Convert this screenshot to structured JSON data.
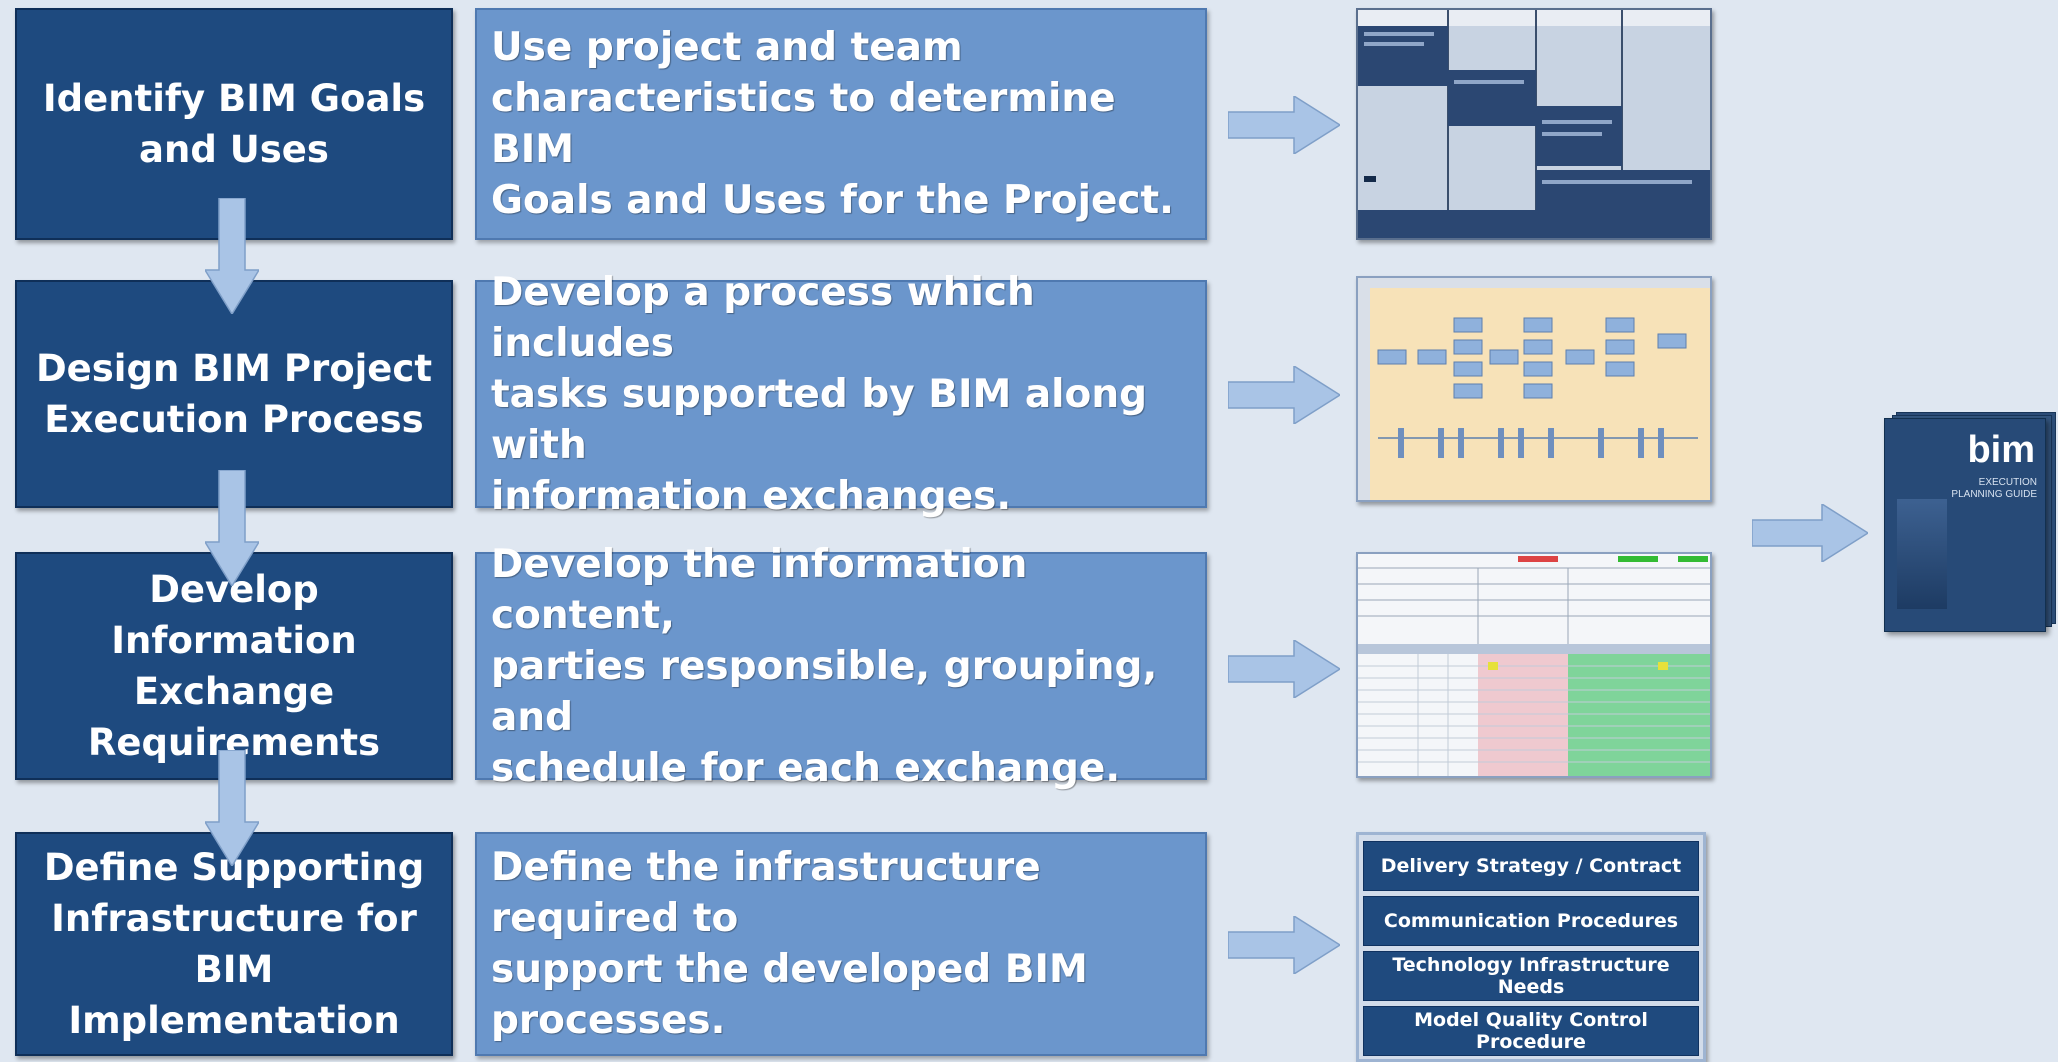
{
  "steps": [
    {
      "title": "Identify BIM Goals and Uses",
      "line1": "Identify BIM Goals",
      "line2": "and Uses",
      "line3": "",
      "description_lines": [
        "Use project and team",
        "characteristics to determine BIM",
        "Goals and Uses for the Project."
      ]
    },
    {
      "title": "Design BIM Project Execution Process",
      "line1": "Design BIM Project",
      "line2": "Execution Process",
      "line3": "",
      "description_lines": [
        "Develop a process which includes",
        "tasks supported by BIM along with",
        "information exchanges."
      ]
    },
    {
      "title": "Develop Information Exchange Requirements",
      "line1": "Develop Information",
      "line2": "Exchange",
      "line3": "Requirements",
      "description_lines": [
        "Develop the information content,",
        "parties responsible, grouping, and",
        "schedule for each exchange."
      ]
    },
    {
      "title": "Define Supporting Infrastructure for BIM Implementation",
      "line1": "Define Supporting",
      "line2": "Infrastructure for BIM",
      "line3": "Implementation",
      "description_lines": [
        "Define the infrastructure required to",
        "support the developed BIM",
        "processes."
      ]
    }
  ],
  "infrastructure_items": [
    "Delivery Strategy / Contract",
    "Communication Procedures",
    "Technology Infrastructure Needs",
    "Model Quality Control Procedure"
  ],
  "book": {
    "title": "bim",
    "subtitle": "EXECUTION PLANNING GUIDE"
  },
  "colors": {
    "background": "#dfe7f1",
    "step_box": "#1e4a7f",
    "description_box": "#6b96cc",
    "arrow": "#a9c4e6"
  },
  "icons": {
    "down_arrow": "down-arrow-icon",
    "right_arrow": "right-arrow-icon"
  }
}
